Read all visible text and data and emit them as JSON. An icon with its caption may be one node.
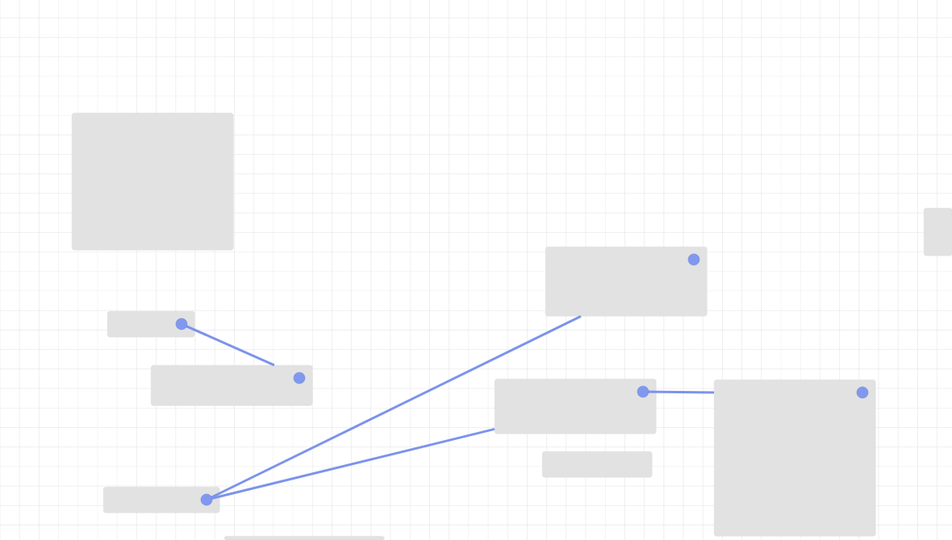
{
  "diagram": {
    "nodes": [
      {
        "text": [],
        "shape": "box"
      },
      {
        "text": [],
        "shape": "box"
      },
      {
        "text": [],
        "shape": "box"
      },
      {
        "text": [],
        "shape": "box"
      },
      {
        "text": [],
        "shape": "box"
      },
      {
        "text": [],
        "shape": "box"
      },
      {
        "text": [],
        "shape": "box"
      },
      {
        "text": [],
        "shape": "box"
      },
      {
        "text": [],
        "shape": "box"
      },
      {
        "text": [],
        "shape": "box"
      }
    ],
    "edges": [
      {
        "from": 3,
        "to": 4,
        "arrow": "none"
      },
      {
        "from": 8,
        "to": 2,
        "arrow": "none"
      },
      {
        "from": 8,
        "to": 5,
        "arrow": "none"
      },
      {
        "from": 5,
        "to": 6,
        "arrow": "none"
      }
    ]
  }
}
